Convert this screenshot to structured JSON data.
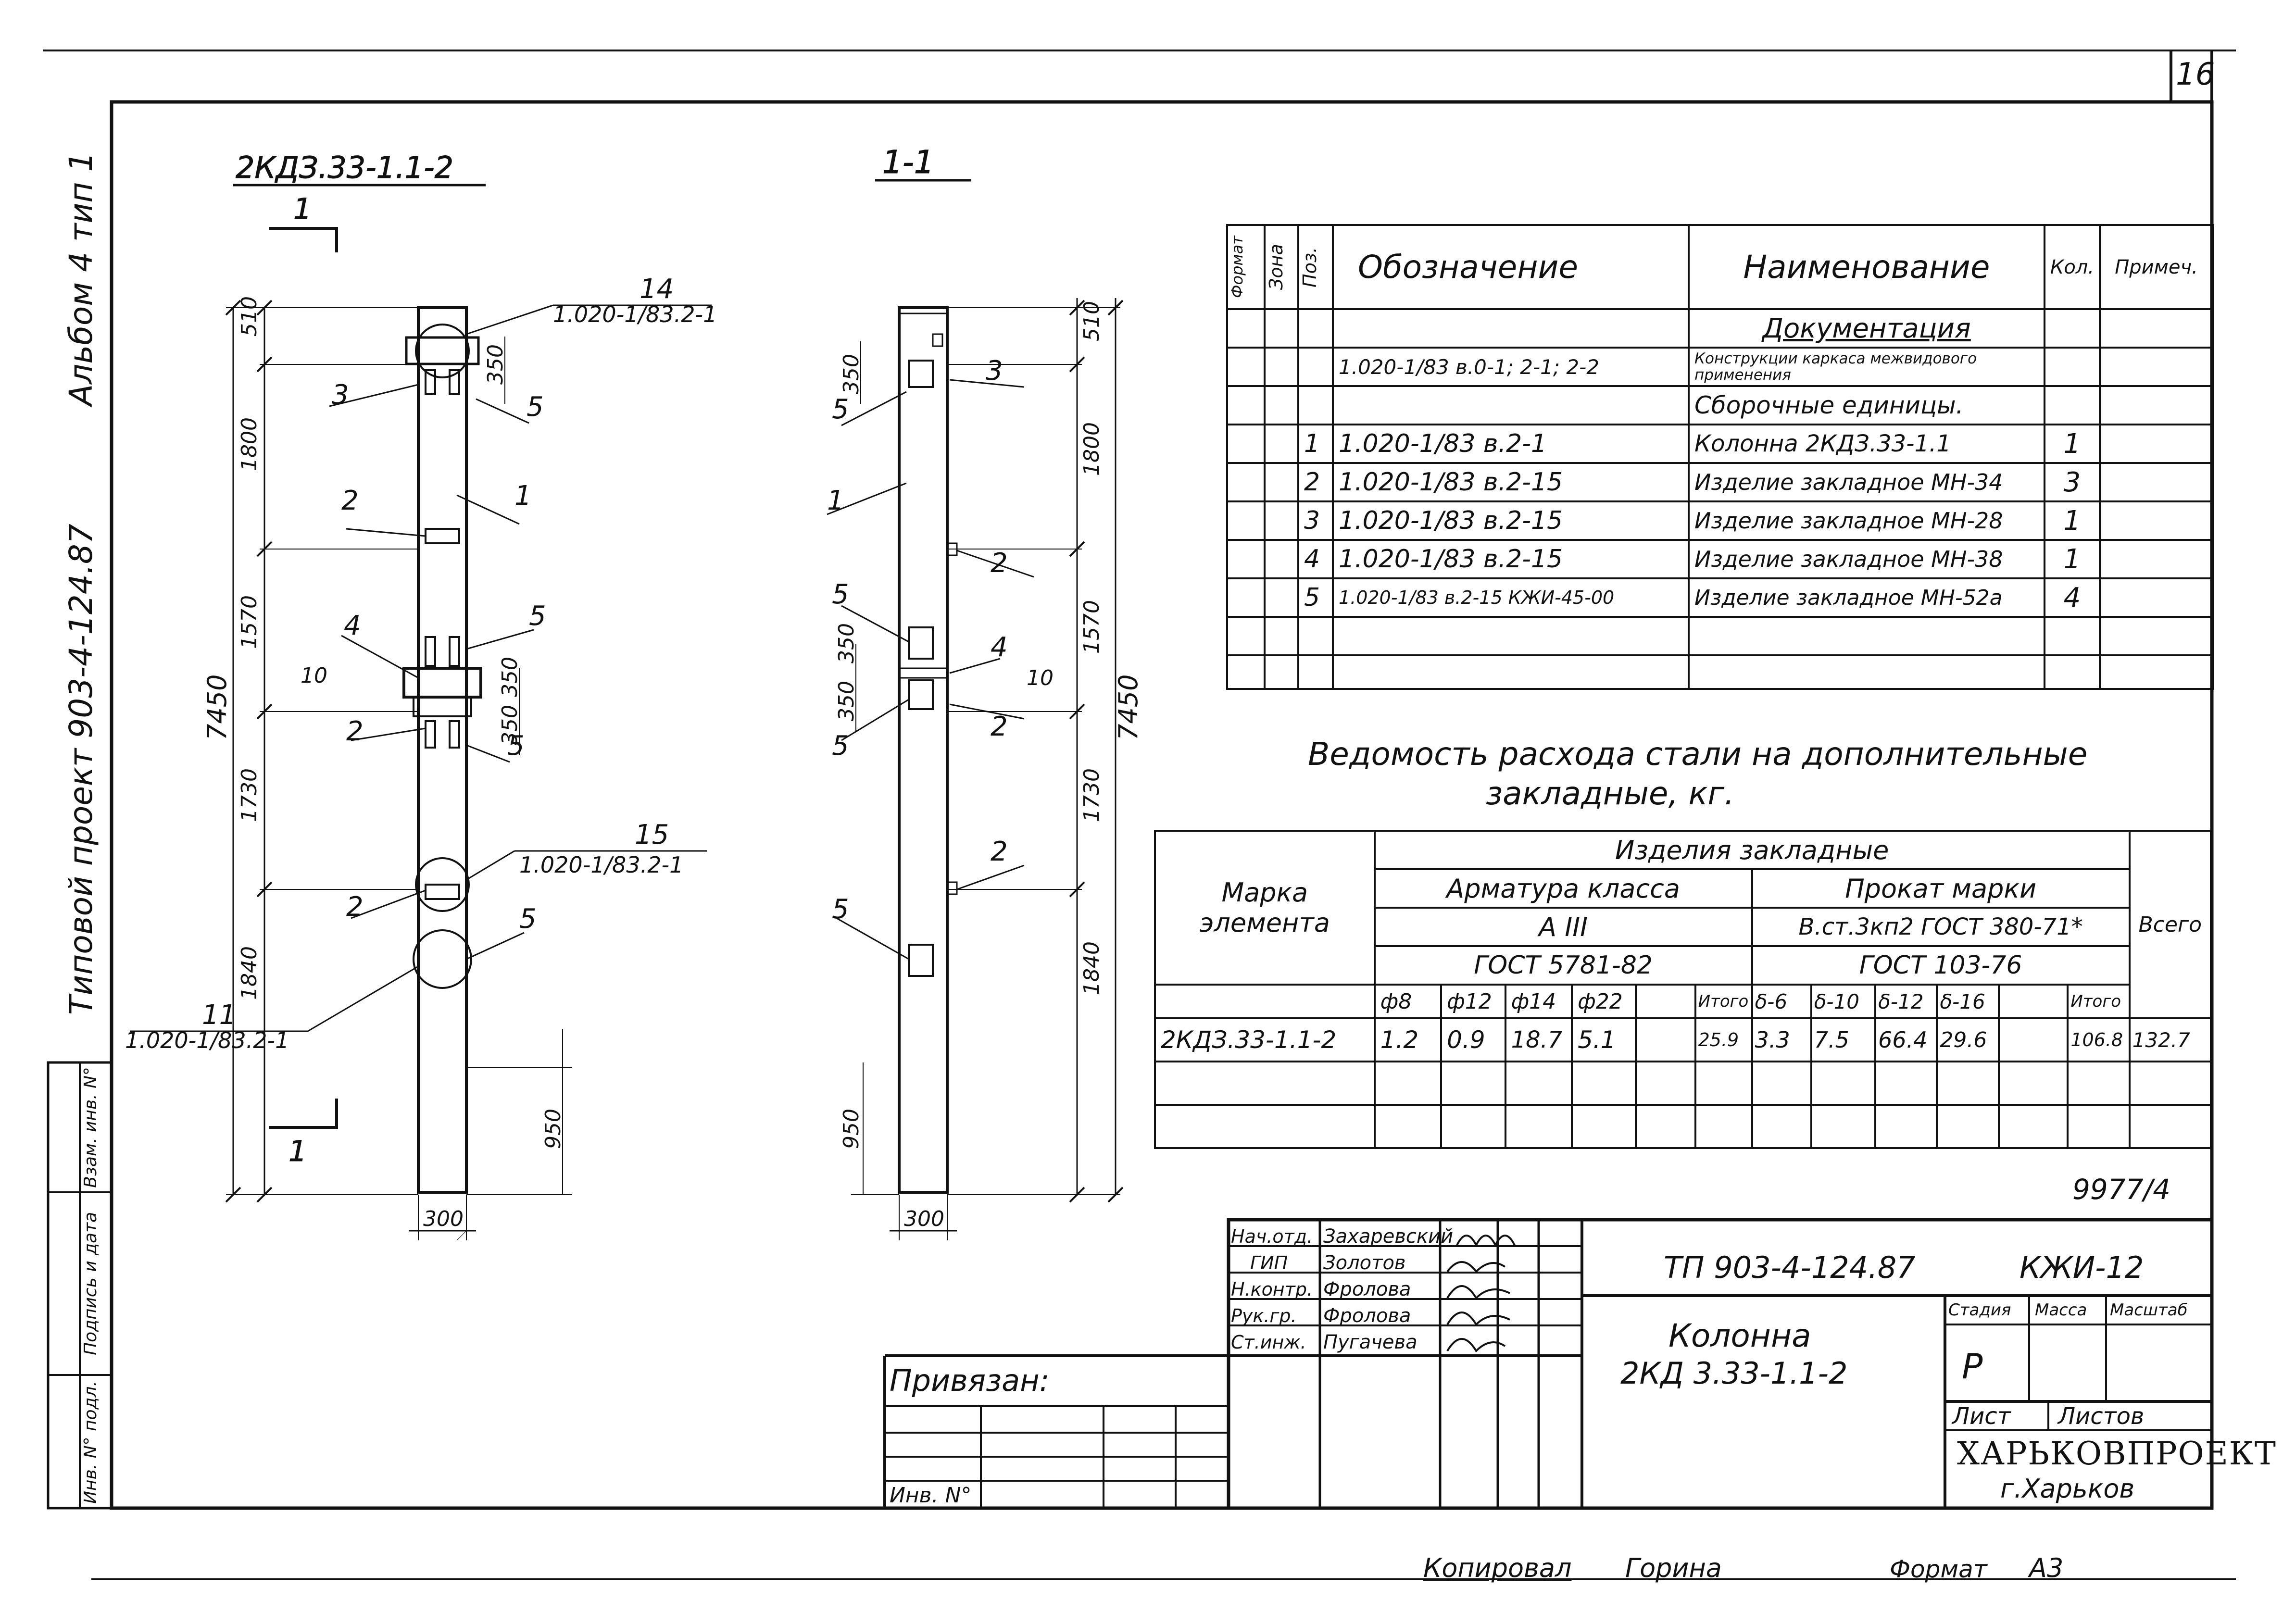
{
  "sheet": {
    "number": "16",
    "side_label": "Альбом 4 тип 1",
    "project_side": "Типовой проект 903-4-124.87",
    "stamp_code": "9977/4",
    "copied": "Копировал",
    "copier": "Горина",
    "format_label": "Формат",
    "format_value": "А3"
  },
  "side_stamp": [
    "Инв. N° подл.",
    "Подпись и дата",
    "Взам. инв. N°"
  ],
  "drawing": {
    "elevation_title": "2КДЗ.33-1.1-2",
    "section_title": "1-1",
    "cut_mark": "1",
    "dims_left": [
      "510",
      "1800",
      "1570",
      "1730",
      "1840",
      "950",
      "7450",
      "350",
      "350",
      "350"
    ],
    "dims_right": [
      "510",
      "1800",
      "1570",
      "1730",
      "1840",
      "950",
      "7450",
      "350",
      "350",
      "350"
    ],
    "width": "300",
    "callout_14": "14",
    "callout_15": "15",
    "callout_11": "11",
    "callout_10": "10",
    "ref": "1.020-1/83.2-1",
    "pos_labels": [
      "1",
      "2",
      "3",
      "4",
      "5"
    ]
  },
  "spec_table": {
    "headers": {
      "format": "Формат",
      "zone": "Зона",
      "pos": "Поз.",
      "designation": "Обозначение",
      "name": "Наименование",
      "qty": "Кол.",
      "note": "Примеч."
    },
    "rows": [
      {
        "pos": "",
        "designation": "",
        "name": "Документация",
        "qty": ""
      },
      {
        "pos": "",
        "designation": "1.020-1/83 в.0-1; 2-1; 2-2",
        "name": "Конструкции каркаса межвидового применения",
        "qty": ""
      },
      {
        "pos": "",
        "designation": "",
        "name": "Сборочные единицы.",
        "qty": ""
      },
      {
        "pos": "1",
        "designation": "1.020-1/83 в.2-1",
        "name": "Колонна 2КДЗ.33-1.1",
        "qty": "1"
      },
      {
        "pos": "2",
        "designation": "1.020-1/83 в.2-15",
        "name": "Изделие закладное МН-34",
        "qty": "3"
      },
      {
        "pos": "3",
        "designation": "1.020-1/83 в.2-15",
        "name": "Изделие закладное МН-28",
        "qty": "1"
      },
      {
        "pos": "4",
        "designation": "1.020-1/83 в.2-15",
        "name": "Изделие закладное МН-38",
        "qty": "1"
      },
      {
        "pos": "5",
        "designation": "1.020-1/83 в.2-15 КЖИ-45-00",
        "name": "Изделие закладное МН-52а",
        "qty": "4"
      },
      {
        "pos": "",
        "designation": "",
        "name": "",
        "qty": ""
      }
    ]
  },
  "steel": {
    "title_line1": "Ведомость расхода стали на дополнительные",
    "title_line2": "закладные, кг.",
    "h_mark": "Марка элемента",
    "h_items": "Изделия закладные",
    "h_armature": "Арматура класса",
    "h_class": "А III",
    "h_gost1": "ГОСТ 5781-82",
    "h_rolled": "Прокат марки",
    "h_steel": "В.ст.3кп2 ГОСТ 380-71*",
    "h_gost2": "ГОСТ 103-76",
    "h_total": "Всего",
    "cols": [
      "ф8",
      "ф12",
      "ф14",
      "ф22",
      "",
      "Итого",
      "δ-6",
      "δ-10",
      "δ-12",
      "δ-16",
      "",
      "Итого"
    ],
    "row": {
      "mark": "2КДЗ.33-1.1-2",
      "values": [
        "1.2",
        "0.9",
        "18.7",
        "5.1",
        "",
        "25.9",
        "3.3",
        "7.5",
        "66.4",
        "29.6",
        "",
        "106.8"
      ],
      "total": "132.7"
    }
  },
  "title_block": {
    "roles": [
      "Нач.отд.",
      "ГИП",
      "Н.контр.",
      "Рук.гр.",
      "Ст.инж."
    ],
    "names": [
      "Захаревский",
      "Золотов",
      "Фролова",
      "Фролова",
      "Пугачева"
    ],
    "bound": "Привязан:",
    "inv": "Инв. N°",
    "doc": "ТП 903-4-124.87",
    "code": "КЖИ-12",
    "item_name": "Колонна",
    "item_mark": "2КД 3.33-1.1-2",
    "stage_label": "Стадия",
    "mass_label": "Масса",
    "scale_label": "Масштаб",
    "stage": "Р",
    "sheet_label": "Лист",
    "sheets_label": "Листов",
    "org": "ХАРЬКОВПРОЕКТ",
    "city": "г.Харьков"
  }
}
